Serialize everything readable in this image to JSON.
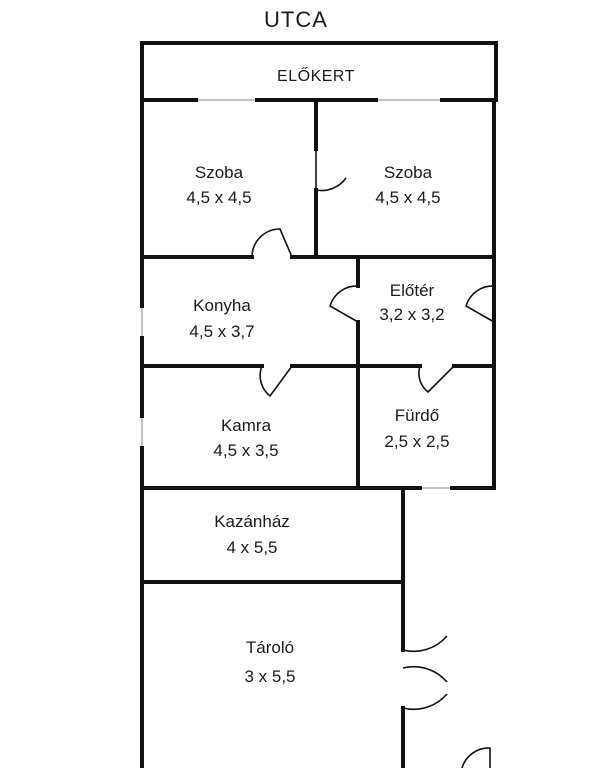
{
  "street_label": "UTCA",
  "front_garden_label": "ELŐKERT",
  "rooms": {
    "szoba_left": {
      "name": "Szoba",
      "size": "4,5 x 4,5"
    },
    "szoba_right": {
      "name": "Szoba",
      "size": "4,5 x 4,5"
    },
    "konyha": {
      "name": "Konyha",
      "size": "4,5 x 3,7"
    },
    "eloter": {
      "name": "Előtér",
      "size": "3,2 x 3,2"
    },
    "kamra": {
      "name": "Kamra",
      "size": "4,5 x 3,5"
    },
    "furdo": {
      "name": "Fürdő",
      "size": "2,5 x 2,5"
    },
    "kazanhaz": {
      "name": "Kazánház",
      "size": "4 x 5,5"
    },
    "tarolo": {
      "name": "Tároló",
      "size": "3 x 5,5"
    }
  }
}
